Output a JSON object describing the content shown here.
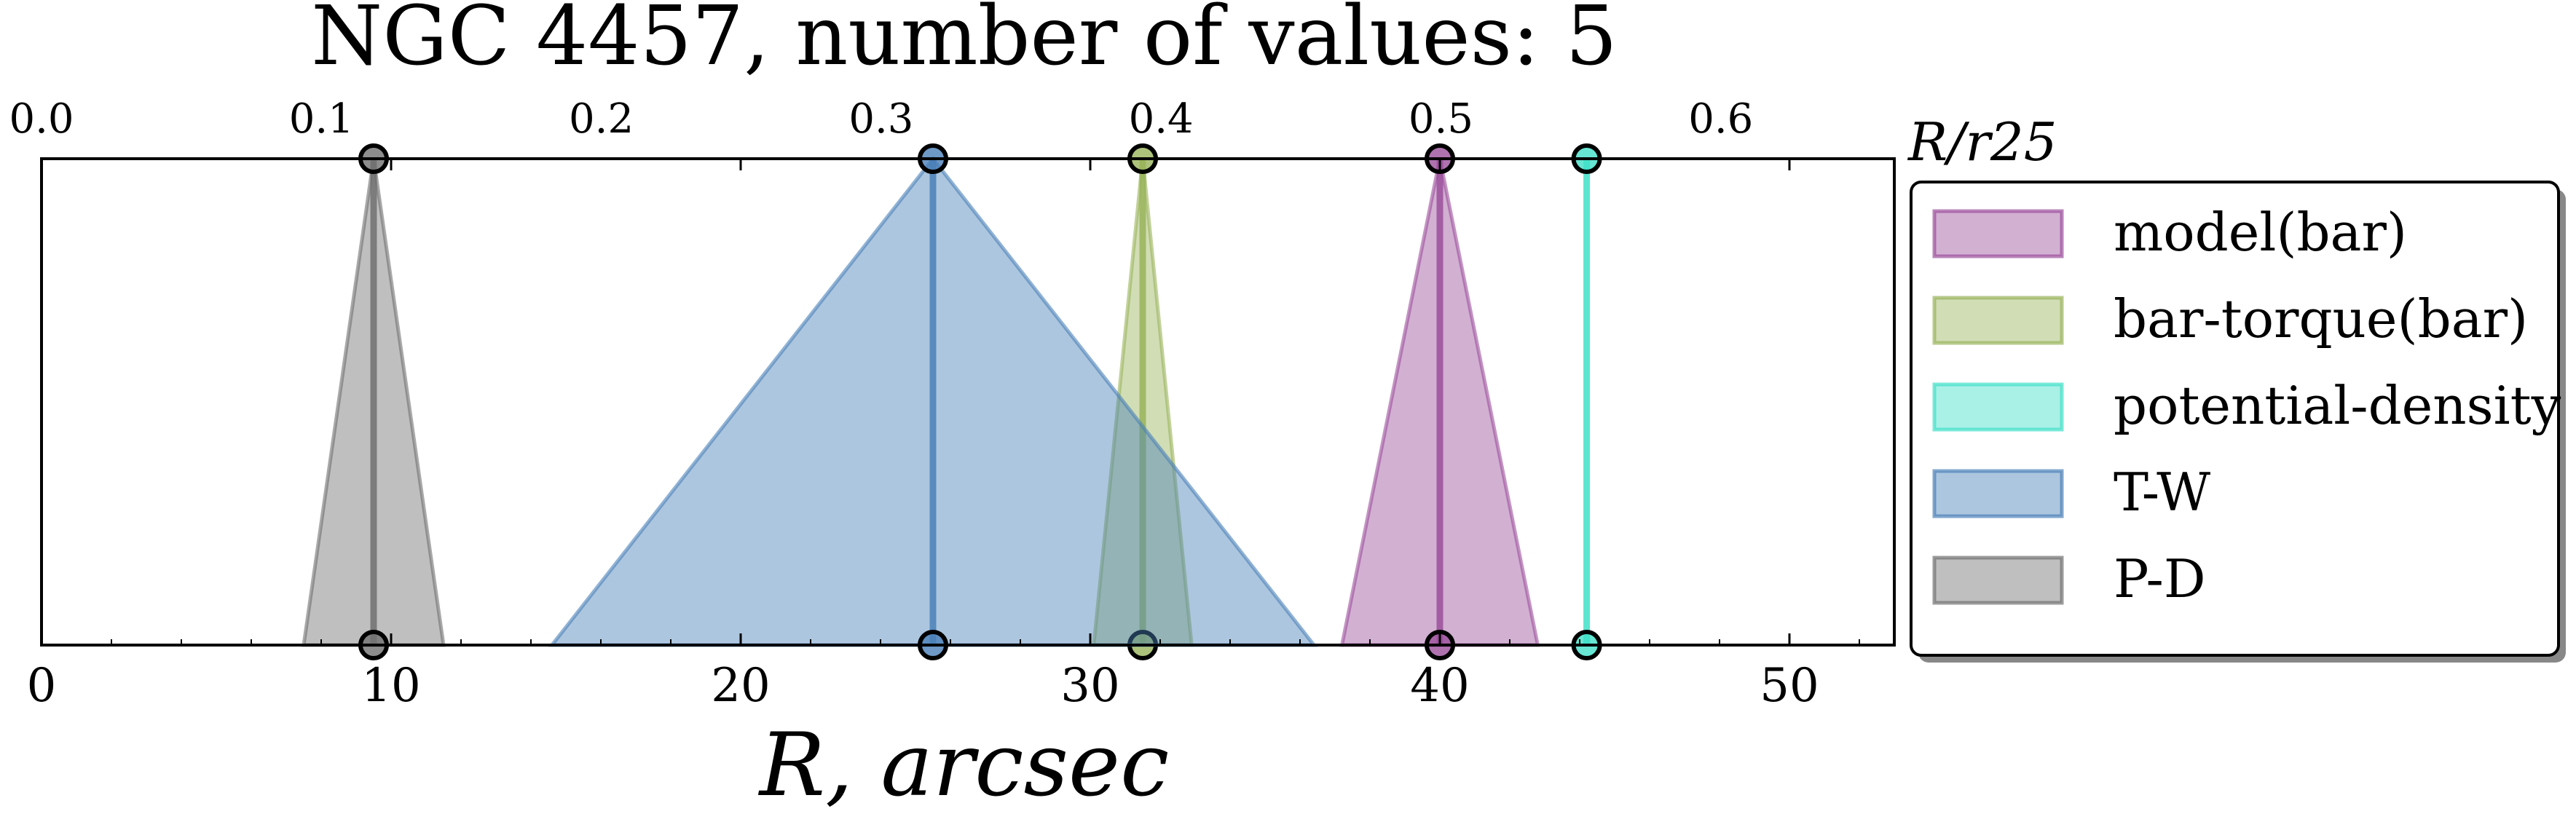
{
  "chart_data": {
    "type": "area",
    "title": "NGC 4457, number of values: 5",
    "xlabel": "R, arcsec",
    "x2label": "R/r25",
    "xlim": [
      0,
      53
    ],
    "x2lim": [
      0,
      0.662
    ],
    "xticks": [
      0,
      10,
      20,
      30,
      40,
      50
    ],
    "xtick_labels": [
      "0",
      "10",
      "20",
      "30",
      "40",
      "50"
    ],
    "x2ticks": [
      0.0,
      0.1,
      0.2,
      0.3,
      0.4,
      0.5,
      0.6
    ],
    "x2tick_labels": [
      "0.0",
      "0.1",
      "0.2",
      "0.3",
      "0.4",
      "0.5",
      "0.6"
    ],
    "yticks_visible": false,
    "grid": false,
    "legend_position": "right",
    "series": [
      {
        "name": "model(bar)",
        "value": 40.0,
        "low": 37.2,
        "high": 42.8,
        "color": "#9b4f9b"
      },
      {
        "name": "bar-torque(bar)",
        "value": 31.5,
        "low": 30.1,
        "high": 32.9,
        "color": "#99b45a"
      },
      {
        "name": "potential-density",
        "value": 44.2,
        "low": 44.2,
        "high": 44.2,
        "color": "#40e0c8"
      },
      {
        "name": "T-W",
        "value": 25.5,
        "low": 14.6,
        "high": 36.4,
        "color": "#4a80b8"
      },
      {
        "name": "P-D",
        "value": 9.5,
        "low": 7.5,
        "high": 11.5,
        "color": "#707070"
      }
    ]
  }
}
